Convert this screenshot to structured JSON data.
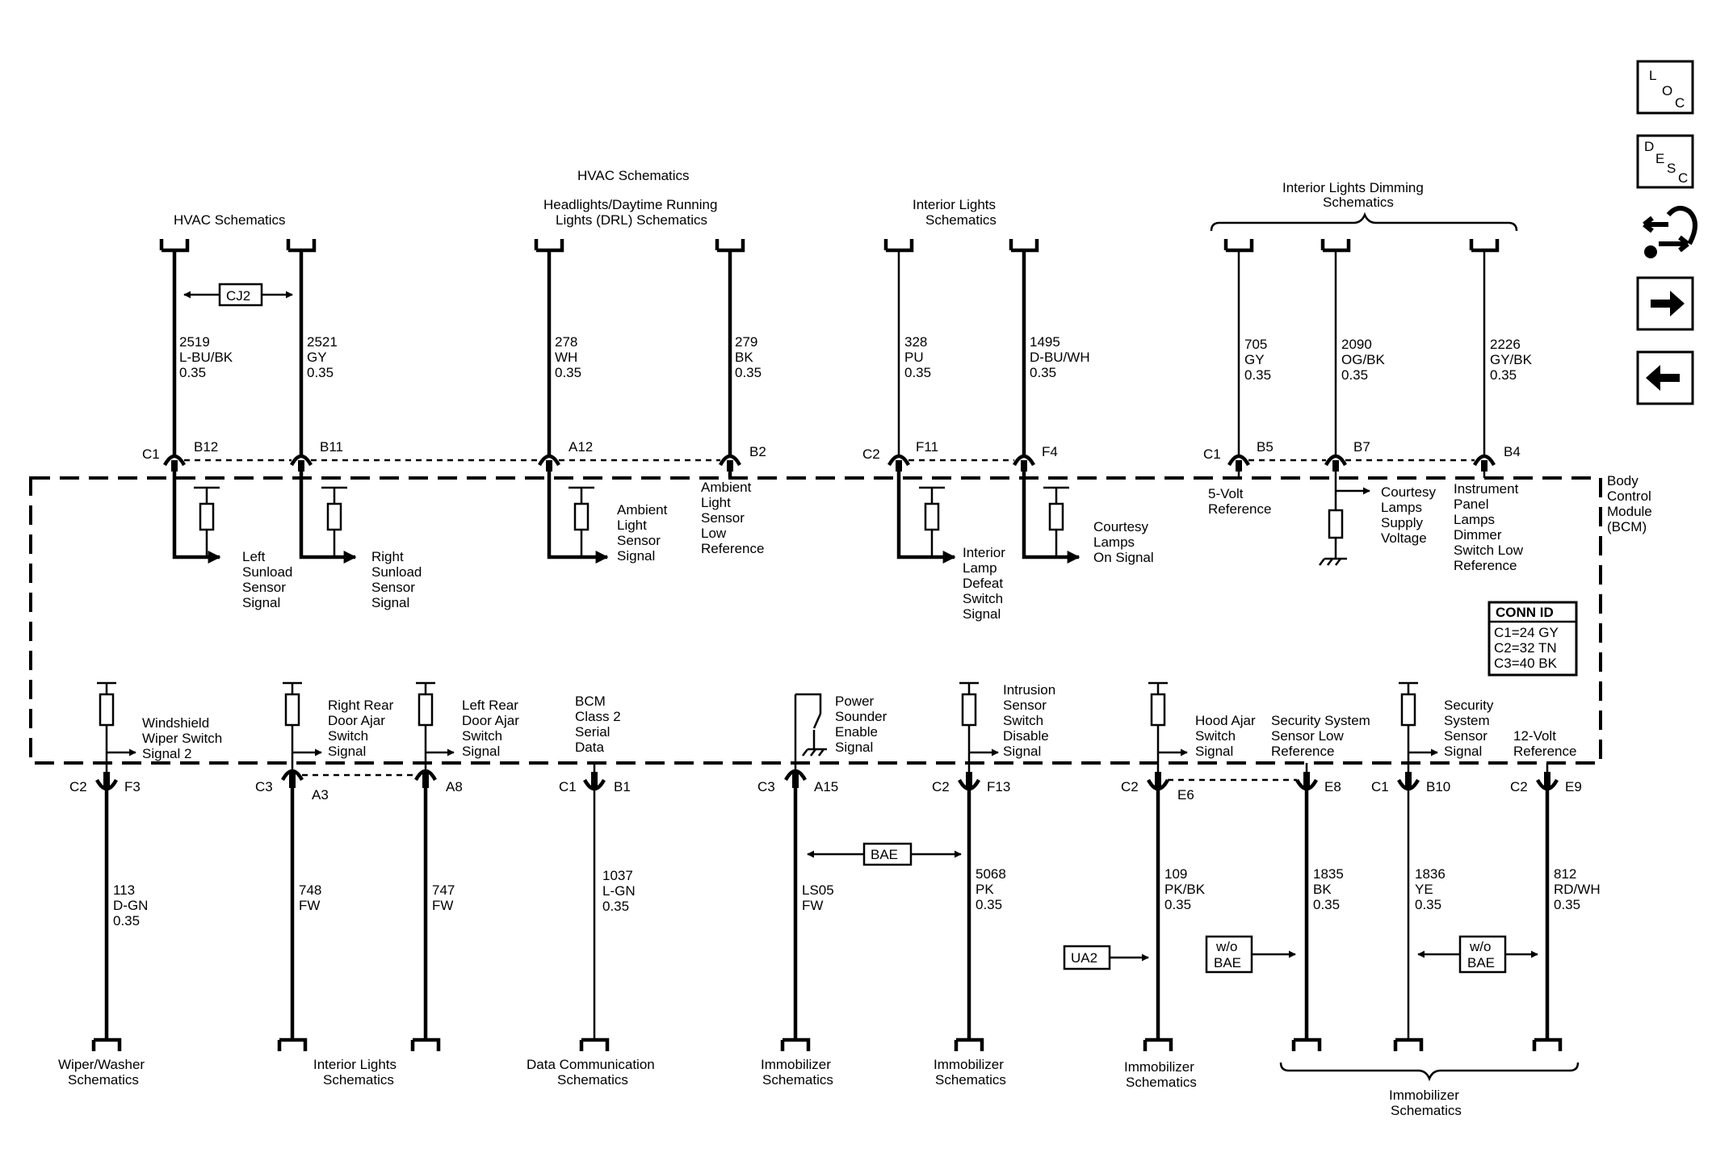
{
  "nav": {
    "loc": [
      "L",
      "O",
      "C"
    ],
    "desc": [
      "D",
      "E",
      "S",
      "C"
    ]
  },
  "top": {
    "hvac_top": "HVAC Schematics",
    "hvac": "HVAC Schematics",
    "headlights": [
      "Headlights/Daytime Running",
      "Lights (DRL) Schematics"
    ],
    "interior": [
      "Interior Lights",
      "Schematics"
    ],
    "dimming": [
      "Interior Lights Dimming",
      "Schematics"
    ],
    "cj2": "CJ2"
  },
  "top_wires": [
    {
      "circuit": "2519",
      "color": "L-BU/BK",
      "size": "0.35",
      "conn": "C1",
      "pin": "B12"
    },
    {
      "circuit": "2521",
      "color": "GY",
      "size": "0.35",
      "conn": "",
      "pin": "B11"
    },
    {
      "circuit": "278",
      "color": "WH",
      "size": "0.35",
      "conn": "",
      "pin": "A12"
    },
    {
      "circuit": "279",
      "color": "BK",
      "size": "0.35",
      "conn": "",
      "pin": "B2"
    },
    {
      "circuit": "328",
      "color": "PU",
      "size": "0.35",
      "conn": "C2",
      "pin": "F11"
    },
    {
      "circuit": "1495",
      "color": "D-BU/WH",
      "size": "0.35",
      "conn": "",
      "pin": "F4"
    },
    {
      "circuit": "705",
      "color": "GY",
      "size": "0.35",
      "conn": "C1",
      "pin": "B5"
    },
    {
      "circuit": "2090",
      "color": "OG/BK",
      "size": "0.35",
      "conn": "",
      "pin": "B7"
    },
    {
      "circuit": "2226",
      "color": "GY/BK",
      "size": "0.35",
      "conn": "",
      "pin": "B4"
    }
  ],
  "top_signals": {
    "left_sunload": [
      "Left",
      "Sunload",
      "Sensor",
      "Signal"
    ],
    "right_sunload": [
      "Right",
      "Sunload",
      "Sensor",
      "Signal"
    ],
    "ambient_signal": [
      "Ambient",
      "Light",
      "Sensor",
      "Signal"
    ],
    "ambient_low": [
      "Ambient",
      "Light",
      "Sensor",
      "Low",
      "Reference"
    ],
    "interior_defeat": [
      "Interior",
      "Lamp",
      "Defeat",
      "Switch",
      "Signal"
    ],
    "courtesy_on": [
      "Courtesy",
      "Lamps",
      "On Signal"
    ],
    "five_volt": [
      "5-Volt",
      "Reference"
    ],
    "courtesy_supply": [
      "Courtesy",
      "Lamps",
      "Supply",
      "Voltage"
    ],
    "ip_dimmer": [
      "Instrument",
      "Panel",
      "Lamps",
      "Dimmer",
      "Switch Low",
      "Reference"
    ]
  },
  "module": [
    "Body",
    "Control",
    "Module",
    "(BCM)"
  ],
  "conn_id": {
    "title": "CONN ID",
    "rows": [
      "C1=24 GY",
      "C2=32 TN",
      "C3=40 BK"
    ]
  },
  "bottom_signals": {
    "wiper": [
      "Windshield",
      "Wiper Switch",
      "Signal 2"
    ],
    "rr_door": [
      "Right Rear",
      "Door Ajar",
      "Switch",
      "Signal"
    ],
    "lr_door": [
      "Left Rear",
      "Door Ajar",
      "Switch",
      "Signal"
    ],
    "class2": [
      "BCM",
      "Class 2",
      "Serial",
      "Data"
    ],
    "sounder": [
      "Power",
      "Sounder",
      "Enable",
      "Signal"
    ],
    "intrusion": [
      "Intrusion",
      "Sensor",
      "Switch",
      "Disable",
      "Signal"
    ],
    "hood": [
      "Hood Ajar",
      "Switch",
      "Signal"
    ],
    "sec_low": [
      "Security System",
      "Sensor Low",
      "Reference"
    ],
    "sec_signal": [
      "Security",
      "System",
      "Sensor",
      "Signal"
    ],
    "twelve_volt": [
      "12-Volt",
      "Reference"
    ]
  },
  "bottom_wires": [
    {
      "conn": "C2",
      "pin": "F3",
      "circuit": "113",
      "color": "D-GN",
      "size": "0.35"
    },
    {
      "conn": "C3",
      "pin": "A3",
      "circuit": "748",
      "color": "FW",
      "size": ""
    },
    {
      "conn": "",
      "pin": "A8",
      "circuit": "747",
      "color": "FW",
      "size": ""
    },
    {
      "conn": "C1",
      "pin": "B1",
      "circuit": "1037",
      "color": "L-GN",
      "size": "0.35"
    },
    {
      "conn": "C3",
      "pin": "A15",
      "circuit": "LS05",
      "color": "FW",
      "size": ""
    },
    {
      "conn": "C2",
      "pin": "F13",
      "circuit": "5068",
      "color": "PK",
      "size": "0.35"
    },
    {
      "conn": "C2",
      "pin": "E6",
      "circuit": "109",
      "color": "PK/BK",
      "size": "0.35"
    },
    {
      "conn": "",
      "pin": "E8",
      "circuit": "1835",
      "color": "BK",
      "size": "0.35"
    },
    {
      "conn": "C1",
      "pin": "B10",
      "circuit": "1836",
      "color": "YE",
      "size": "0.35"
    },
    {
      "conn": "C2",
      "pin": "E9",
      "circuit": "812",
      "color": "RD/WH",
      "size": "0.35"
    }
  ],
  "option_labels": {
    "bae": "BAE",
    "ua2": "UA2",
    "wo_bae_1": [
      "w/o",
      "BAE"
    ],
    "wo_bae_2": [
      "w/o",
      "BAE"
    ]
  },
  "bottom_dest": {
    "wiper": [
      "Wiper/Washer",
      "Schematics"
    ],
    "interior": [
      "Interior Lights",
      "Schematics"
    ],
    "data_comm": [
      "Data Communication",
      "Schematics"
    ],
    "immob1": [
      "Immobilizer",
      "Schematics"
    ],
    "immob2": [
      "Immobilizer",
      "Schematics"
    ],
    "immob3": [
      "Immobilizer",
      "Schematics"
    ],
    "immob4": [
      "Immobilizer",
      "Schematics"
    ]
  }
}
